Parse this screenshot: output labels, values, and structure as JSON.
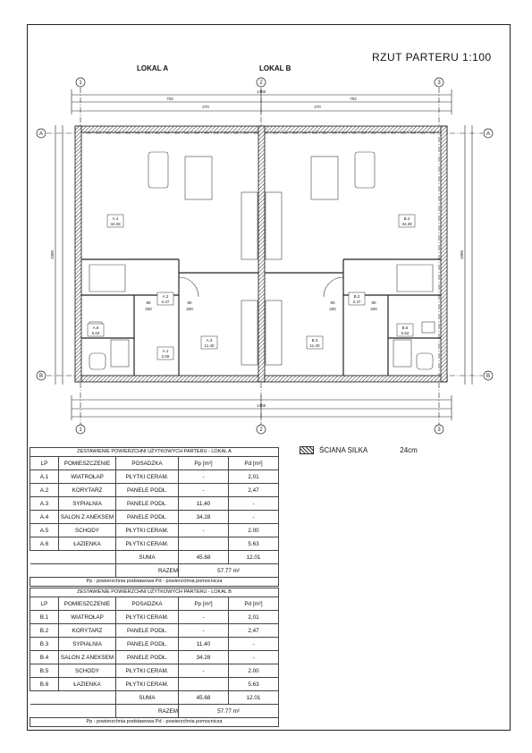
{
  "drawing": {
    "title": "RZUT PARTERU  1:100",
    "lokal_a": "LOKAL A",
    "lokal_b": "LOKAL B",
    "legend_label": "ŚCIANA SILKA",
    "legend_thickness": "24cm",
    "rooms": [
      {
        "id": "A.4",
        "area": "34.28"
      },
      {
        "id": "B.4",
        "area": "34.28"
      },
      {
        "id": "A.2",
        "area": "2.47"
      },
      {
        "id": "B.2",
        "area": "2.47"
      },
      {
        "id": "A.6",
        "area": "5.63"
      },
      {
        "id": "B.6",
        "area": "5.52"
      },
      {
        "id": "A.1",
        "area": "2.09"
      },
      {
        "id": "A.3",
        "area": "11.40"
      },
      {
        "id": "B.3",
        "area": "11.40"
      }
    ],
    "axis_labels": [
      "1",
      "2",
      "3",
      "A",
      "B"
    ],
    "dims": {
      "total": "1408",
      "half_a": "702",
      "half_b": "702",
      "height": "1000",
      "dim_270": "270",
      "dim_80": "80",
      "dim_200": "200"
    }
  },
  "table_a": {
    "caption": "ZESTAWIENIE POWIERZCHNI UŻYTKOWYCH PARTERU - LOKAL A",
    "headers": [
      "LP",
      "POMIESZCZENIE",
      "POSADZKA",
      "Pp [m²]",
      "Pd [m²]"
    ],
    "rows": [
      [
        "A.1",
        "WIATROŁAP",
        "PŁYTKI CERAM.",
        "-",
        "2,01"
      ],
      [
        "A.2",
        "KORYTARZ",
        "PANELE PODŁ.",
        "-",
        "2,47"
      ],
      [
        "A.3",
        "SYPIALNIA",
        "PANELE PODŁ.",
        "11,40",
        "-"
      ],
      [
        "A.4",
        "SALON Z ANEKSEM",
        "PANELE PODŁ.",
        "34.28",
        "-"
      ],
      [
        "A.5",
        "SCHODY",
        "PŁYTKI CERAM.",
        "-",
        "2.00"
      ],
      [
        "A.6",
        "ŁAZIENKA",
        "PŁYTKI CERAM.",
        "",
        "5.63"
      ]
    ],
    "suma_label": "SUMA",
    "suma_pp": "45.68",
    "suma_pd": "12.01",
    "razem_label": "RAZEM",
    "razem_value": "57.77 m²",
    "note": "Pp - powierzchnia podstawowa Pd - powierzchnia pomocnicza"
  },
  "table_b": {
    "caption": "ZESTAWIENIE POWIERZCHNI UŻYTKOWYCH PARTERU - LOKAL B",
    "headers": [
      "LP",
      "POMIESZCZENIE",
      "POSADZKA",
      "Pp [m²]",
      "Pd [m²]"
    ],
    "rows": [
      [
        "B.1",
        "WIATROŁAP",
        "PŁYTKI CERAM.",
        "-",
        "2,01"
      ],
      [
        "B.2",
        "KORYTARZ",
        "PANELE PODŁ.",
        "-",
        "2,47"
      ],
      [
        "B.3",
        "SYPIALNIA",
        "PANELE PODŁ.",
        "11.40",
        "-"
      ],
      [
        "B.4",
        "SALON Z ANEKSEM",
        "PANELE PODŁ.",
        "34.28",
        "-"
      ],
      [
        "B.5",
        "SCHODY",
        "PŁYTKI CERAM.",
        "-",
        "2.00"
      ],
      [
        "B.6",
        "ŁAZIENKA",
        "PŁYTKI CERAM.",
        "",
        "5.63"
      ]
    ],
    "suma_label": "SUMA",
    "suma_pp": "45.68",
    "suma_pd": "12.01",
    "razem_label": "RAZEM",
    "razem_value": "57.77 m²",
    "note": "Pp - powierzchnia podstawowa Pd - powierzchnia pomocnicza"
  }
}
